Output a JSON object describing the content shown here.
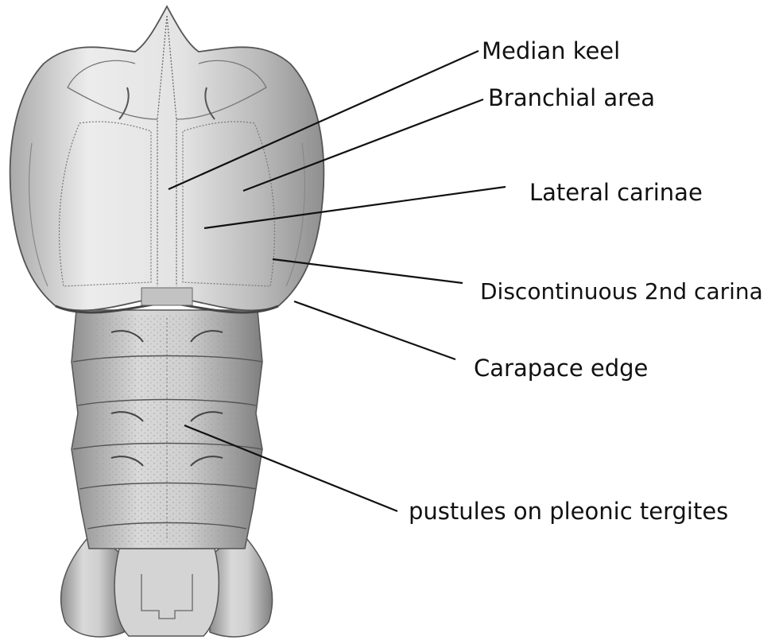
{
  "labels": {
    "median_keel": "Median keel",
    "branchial_area": "Branchial area",
    "lateral_carinae": "Lateral carinae",
    "discontinuous_2nd_carina": "Discontinuous 2nd carina",
    "carapace_edge": "Carapace edge",
    "pustules": "pustules on pleonic tergites"
  },
  "colors": {
    "ink": "#111111",
    "shell_light": "#eeeeee",
    "shell_mid": "#c9c9c9",
    "shell_dark": "#8a8a8a"
  }
}
